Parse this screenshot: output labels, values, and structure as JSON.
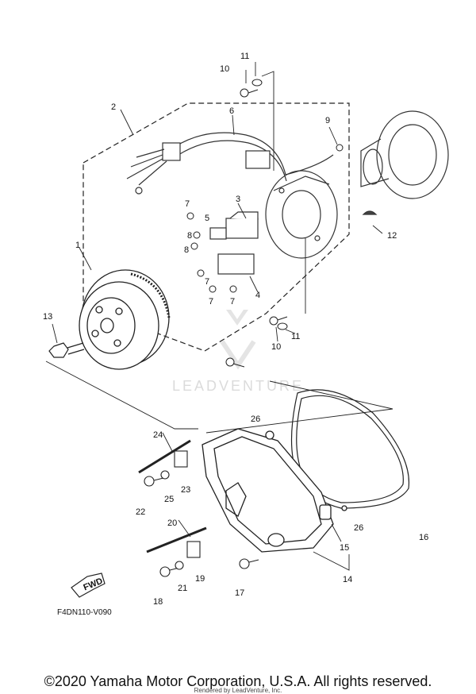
{
  "labels": {
    "l1": "1",
    "l2": "2",
    "l3": "3",
    "l4": "4",
    "l5": "5",
    "l6": "6",
    "l7a": "7",
    "l7b": "7",
    "l7c": "7",
    "l7d": "7",
    "l8a": "8",
    "l8b": "8",
    "l9": "9",
    "l10a": "10",
    "l10b": "10",
    "l11a": "11",
    "l11b": "11",
    "l12": "12",
    "l13": "13",
    "l14": "14",
    "l15": "15",
    "l16": "16",
    "l17": "17",
    "l18": "18",
    "l19": "19",
    "l20": "20",
    "l21": "21",
    "l22": "22",
    "l23": "23",
    "l24": "24",
    "l25": "25",
    "l26a": "26",
    "l26b": "26"
  },
  "fwd": "FWD",
  "diagram_code": "F4DN110-V090",
  "watermark": "LEADVENTURE",
  "footer": {
    "copyright": "©2020 Yamaha Motor Corporation, U.S.A. All rights reserved.",
    "rendered_by": "Rendered by LeadVenture, Inc."
  }
}
